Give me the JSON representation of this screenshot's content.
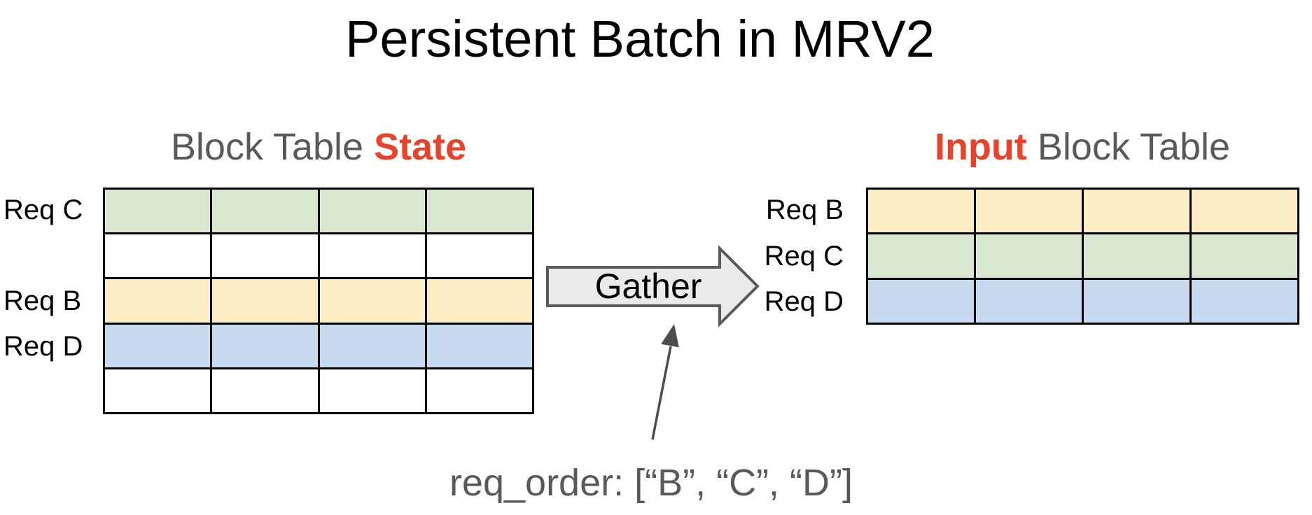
{
  "title": "Persistent Batch in MRV2",
  "colors": {
    "accent_red": "#e8432a",
    "text_gray": "#595959",
    "label_black": "#000000",
    "cell_green": "#d9e6d0",
    "cell_yellow": "#fcedc4",
    "cell_blue": "#c7d9ee",
    "cell_white": "#ffffff",
    "table_border": "#000000",
    "gather_fill": "#eaeaea",
    "gather_stroke": "#595959",
    "pointer_gray": "#4d4d4d"
  },
  "left_section": {
    "heading_normal": "Block Table ",
    "heading_accent": "State"
  },
  "right_section": {
    "heading_accent": "Input",
    "heading_normal": " Block Table"
  },
  "left_table": {
    "cols": 4,
    "rows": [
      {
        "label": "Req C",
        "color": "#d9e6d0"
      },
      {
        "label": "",
        "color": "#ffffff"
      },
      {
        "label": "Req B",
        "color": "#fcedc4"
      },
      {
        "label": "Req D",
        "color": "#c7d9ee"
      },
      {
        "label": "",
        "color": "#ffffff"
      }
    ]
  },
  "right_table": {
    "cols": 4,
    "rows": [
      {
        "label": "Req B",
        "color": "#fcedc4"
      },
      {
        "label": "Req C",
        "color": "#d9e6d0"
      },
      {
        "label": "Req D",
        "color": "#c7d9ee"
      }
    ]
  },
  "gather_arrow": {
    "label": "Gather"
  },
  "annotation": {
    "req_order": "req_order: [“B”, “C”, “D”]"
  }
}
